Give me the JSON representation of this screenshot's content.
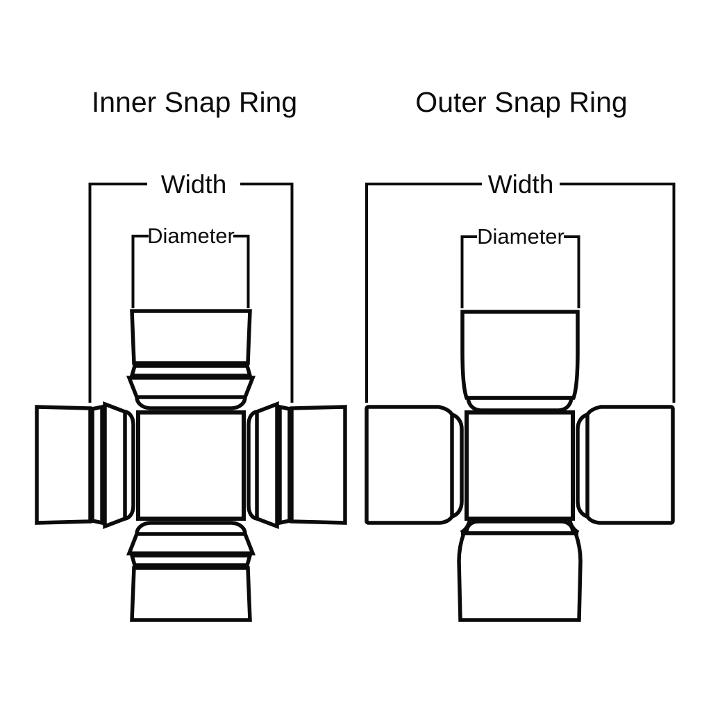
{
  "page": {
    "background_color": "#ffffff",
    "line_color": "#0b0b0b",
    "text_color": "#0b0b0b"
  },
  "diagrams": {
    "inner": {
      "title": "Inner Snap Ring",
      "width_label": "Width",
      "diameter_label": "Diameter"
    },
    "outer": {
      "title": "Outer Snap Ring",
      "width_label": "Width",
      "diameter_label": "Diameter"
    }
  }
}
